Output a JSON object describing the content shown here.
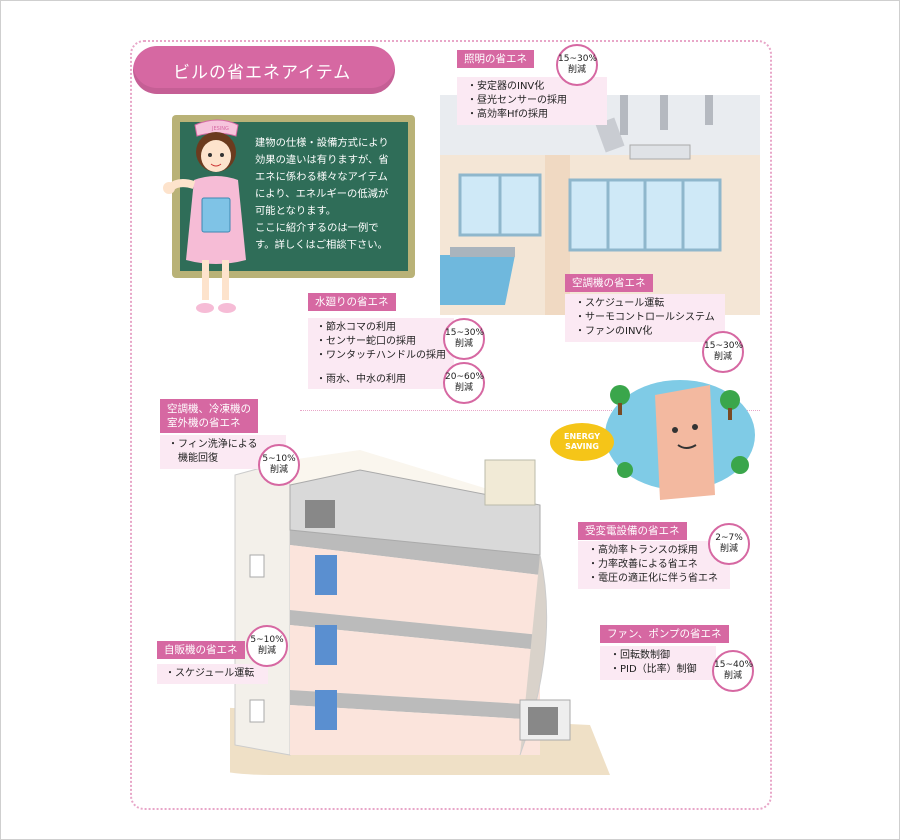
{
  "title": "ビルの省エネアイテム",
  "intro": {
    "badge": "JESING",
    "lines": [
      "建物の仕様・設備方式により",
      "効果の違いは有りますが、省",
      "エネに係わる様々なアイテム",
      "により、エネルギーの低減が",
      "可能となります。",
      "ここに紹介するのは一例で",
      "す。詳しくはご相談下さい。"
    ]
  },
  "lighting": {
    "head": "照明の省エネ",
    "items": [
      "・安定器のINV化",
      "・昼光センサーの採用",
      "・高効率Hfの採用"
    ],
    "reduction": [
      "15~30%",
      "削減"
    ]
  },
  "water": {
    "head": "水廻りの省エネ",
    "items": [
      "・節水コマの利用",
      "・センサー蛇口の採用",
      "・ワンタッチハンドルの採用"
    ],
    "reduction": [
      "15~30%",
      "削減"
    ],
    "item2": "・雨水、中水の利用",
    "reduction2": [
      "20~60%",
      "削減"
    ]
  },
  "aircon": {
    "head": "空調機の省エネ",
    "items": [
      "・スケジュール運転",
      "・サーモコントロールシステム",
      "・ファンのINV化"
    ],
    "reduction": [
      "15~30%",
      "削減"
    ]
  },
  "outdoor": {
    "head": [
      "空調機、冷凍機の",
      "室外機の省エネ"
    ],
    "items": [
      "・フィン洗浄による",
      "　機能回復"
    ],
    "reduction": [
      "5~10%",
      "削減"
    ]
  },
  "substation": {
    "head": "受変電設備の省エネ",
    "items": [
      "・高効率トランスの採用",
      "・力率改善による省エネ",
      "・電圧の適正化に伴う省エネ"
    ],
    "reduction": [
      "2~7%",
      "削減"
    ]
  },
  "vending": {
    "head": "自販機の省エネ",
    "items": [
      "・スケジュール運転"
    ],
    "reduction": [
      "5~10%",
      "削減"
    ]
  },
  "fan": {
    "head": "ファン、ポンプの省エネ",
    "items": [
      "・回転数制御",
      "・PID（比率）制御"
    ],
    "reduction": [
      "15~40%",
      "削減"
    ]
  },
  "energy_saving": [
    "ENERGY",
    "SAVING"
  ],
  "colors": {
    "accent": "#d668a2",
    "label_bg": "#fbe9f3",
    "board": "#2f6d58"
  }
}
